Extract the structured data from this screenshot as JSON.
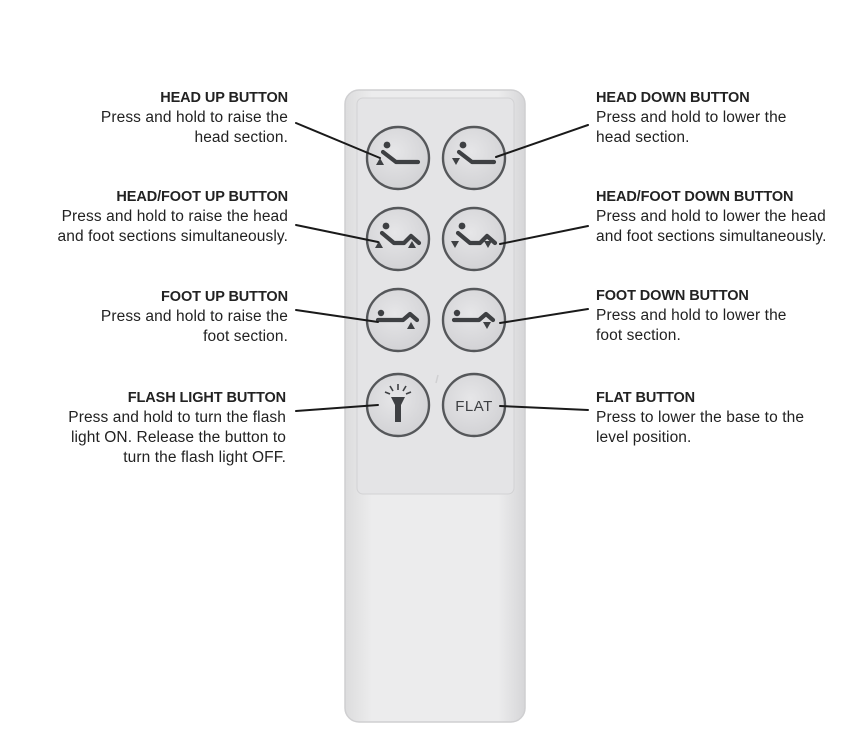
{
  "colors": {
    "remote_body": "#e9e9ea",
    "remote_edge": "#cfcfd1",
    "button_face": "#d9d9db",
    "button_edge": "#55575a",
    "icon": "#3e4043",
    "leader_line": "#1a1a1a",
    "text": "#222222"
  },
  "callouts": {
    "head_up": {
      "title": "HEAD UP BUTTON",
      "desc": "Press and hold to raise the\nhead section."
    },
    "headfoot_up": {
      "title": "HEAD/FOOT UP BUTTON",
      "desc": "Press and hold to raise the head\nand foot sections simultaneously."
    },
    "foot_up": {
      "title": "FOOT UP BUTTON",
      "desc": "Press and hold to raise the\nfoot section."
    },
    "flash": {
      "title": "FLASH LIGHT BUTTON",
      "desc": "Press and hold to turn the flash\nlight ON. Release the button to\nturn the flash light OFF."
    },
    "head_down": {
      "title": "HEAD DOWN BUTTON",
      "desc": "Press and hold to lower the\nhead section."
    },
    "headfoot_down": {
      "title": "HEAD/FOOT DOWN BUTTON",
      "desc": "Press and hold to lower the head\nand foot sections simultaneously."
    },
    "foot_down": {
      "title": "FOOT DOWN BUTTON",
      "desc": "Press and hold to lower the\nfoot section."
    },
    "flat": {
      "title": "FLAT BUTTON",
      "desc": "Press to lower the base to the\nlevel position."
    }
  },
  "remote": {
    "flat_label": "FLAT",
    "icons": {
      "head_up": "head-up-icon",
      "head_down": "head-down-icon",
      "headfoot_up": "head-foot-up-icon",
      "headfoot_down": "head-foot-down-icon",
      "foot_up": "foot-up-icon",
      "foot_down": "foot-down-icon",
      "flash": "flashlight-icon"
    }
  }
}
